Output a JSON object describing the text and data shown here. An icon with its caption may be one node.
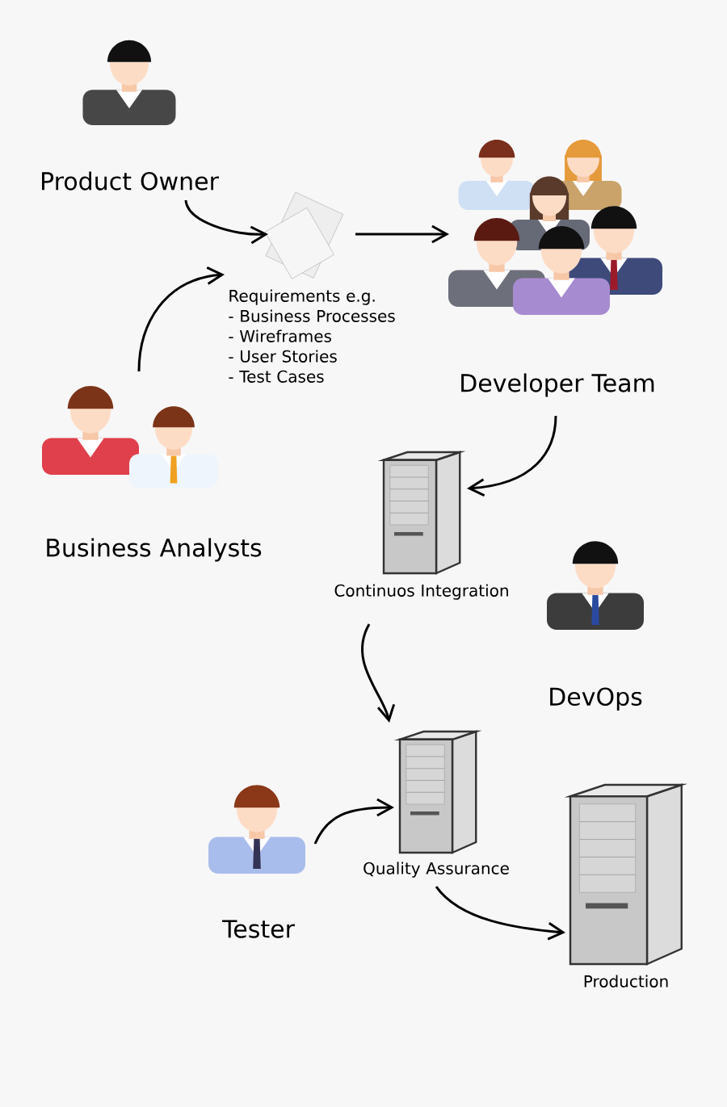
{
  "diagram": {
    "nodes": [
      {
        "text": [
          "Product Owner"
        ]
      },
      {
        "text": [
          "Requirements e.g.",
          "- Business Processes",
          "- Wireframes",
          "- User Stories",
          "- Test Cases"
        ]
      },
      {
        "text": [
          "Developer Team"
        ]
      },
      {
        "text": [
          "Business Analysts"
        ]
      },
      {
        "text": [
          "Continuos Integration"
        ]
      },
      {
        "text": [
          "DevOps"
        ]
      },
      {
        "text": [
          "Quality Assurance"
        ]
      },
      {
        "text": [
          "Tester"
        ]
      },
      {
        "text": [
          "Production"
        ]
      }
    ],
    "edges": [
      {
        "from": 0,
        "to": 1,
        "arrow": "to"
      },
      {
        "from": 3,
        "to": 1,
        "arrow": "to"
      },
      {
        "from": 1,
        "to": 2,
        "arrow": "to"
      },
      {
        "from": 2,
        "to": 4,
        "arrow": "to"
      },
      {
        "from": 4,
        "to": 6,
        "arrow": "to"
      },
      {
        "from": 7,
        "to": 6,
        "arrow": "to"
      },
      {
        "from": 6,
        "to": 8,
        "arrow": "to"
      }
    ]
  }
}
